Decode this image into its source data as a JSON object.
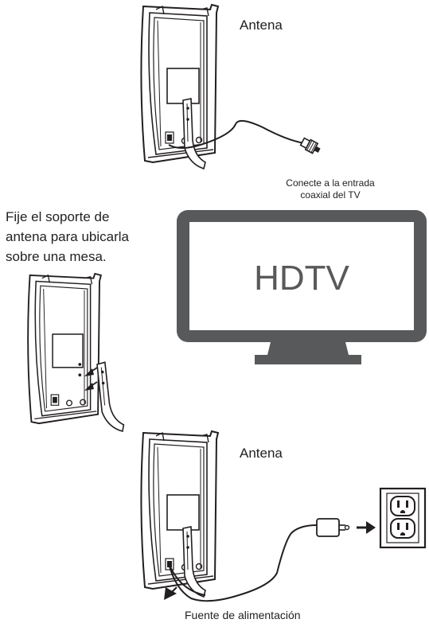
{
  "labels": {
    "antenna_top": "Antena",
    "connect_line1": "Conecte a la entrada",
    "connect_line2": "coaxial del TV",
    "stand_line1": "Fije el soporte de",
    "stand_line2": "antena para ubicarla",
    "stand_line3": "sobre una mesa.",
    "hdtv": "HDTV",
    "antenna_bottom": "Antena",
    "power": "Fuente de alimentación"
  },
  "colors": {
    "tv_frame": "#58595b",
    "tv_screen": "#ffffff",
    "tv_text": "#58595b",
    "line": "#231f20"
  }
}
